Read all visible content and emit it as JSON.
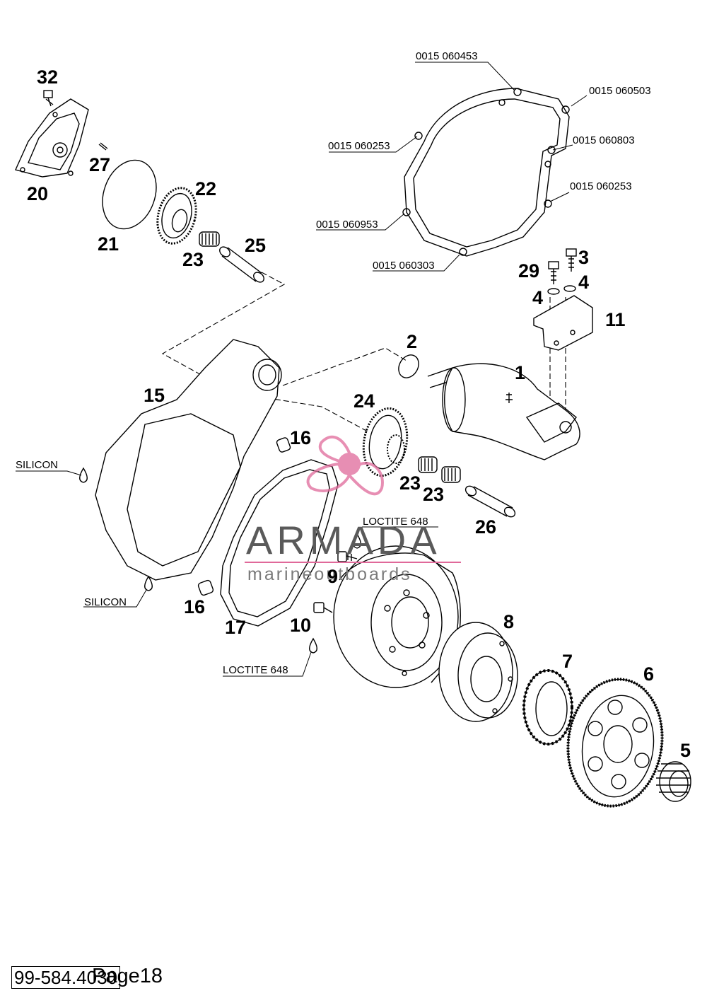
{
  "diagram": {
    "part_numbers": [
      "32",
      "27",
      "20",
      "21",
      "22",
      "23",
      "25",
      "2",
      "1",
      "29",
      "3",
      "4",
      "4",
      "11",
      "15",
      "24",
      "16",
      "23",
      "23",
      "26",
      "9",
      "16",
      "17",
      "10",
      "8",
      "7",
      "6",
      "5"
    ],
    "bolt_codes": [
      "0015 060453",
      "0015 060503",
      "0015 060253",
      "0015 060803",
      "0015 060253",
      "0015 060953",
      "0015 060303"
    ],
    "notes": {
      "silicon_top": "SILICON",
      "silicon_bottom": "SILICON",
      "loctite_top": "LOCTITE 648",
      "loctite_bottom": "LOCTITE 648"
    }
  },
  "watermark": {
    "brand": "ARMADA",
    "tagline": "marineoutboards",
    "colors": {
      "logo": "#e0699a",
      "text": "#5a5a5a"
    }
  },
  "footer": {
    "code": "99-584.4030",
    "page": "Page18"
  }
}
